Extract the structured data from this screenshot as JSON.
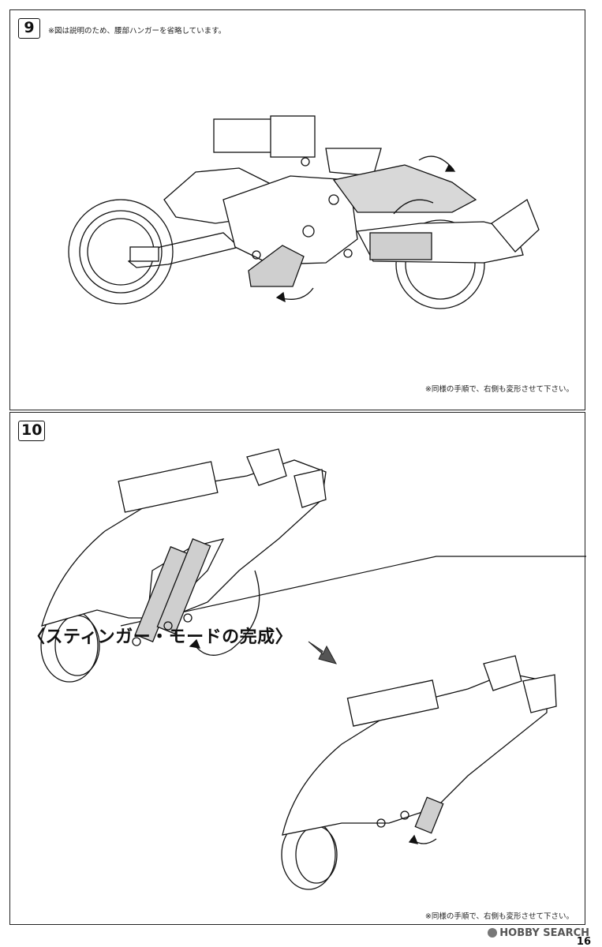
{
  "step9": {
    "number": "9",
    "note_top": "※図は説明のため、腰部ハンガーを省略しています。",
    "note_bottom": "※同様の手順で、右側も変形させて下さい。"
  },
  "step10": {
    "number": "10",
    "caption": "〈スティンガー・モードの完成〉",
    "note_bottom": "※同様の手順で、右側も変形させて下さい。"
  },
  "footer": {
    "watermark": "HOBBY SEARCH",
    "page_number": "16"
  }
}
